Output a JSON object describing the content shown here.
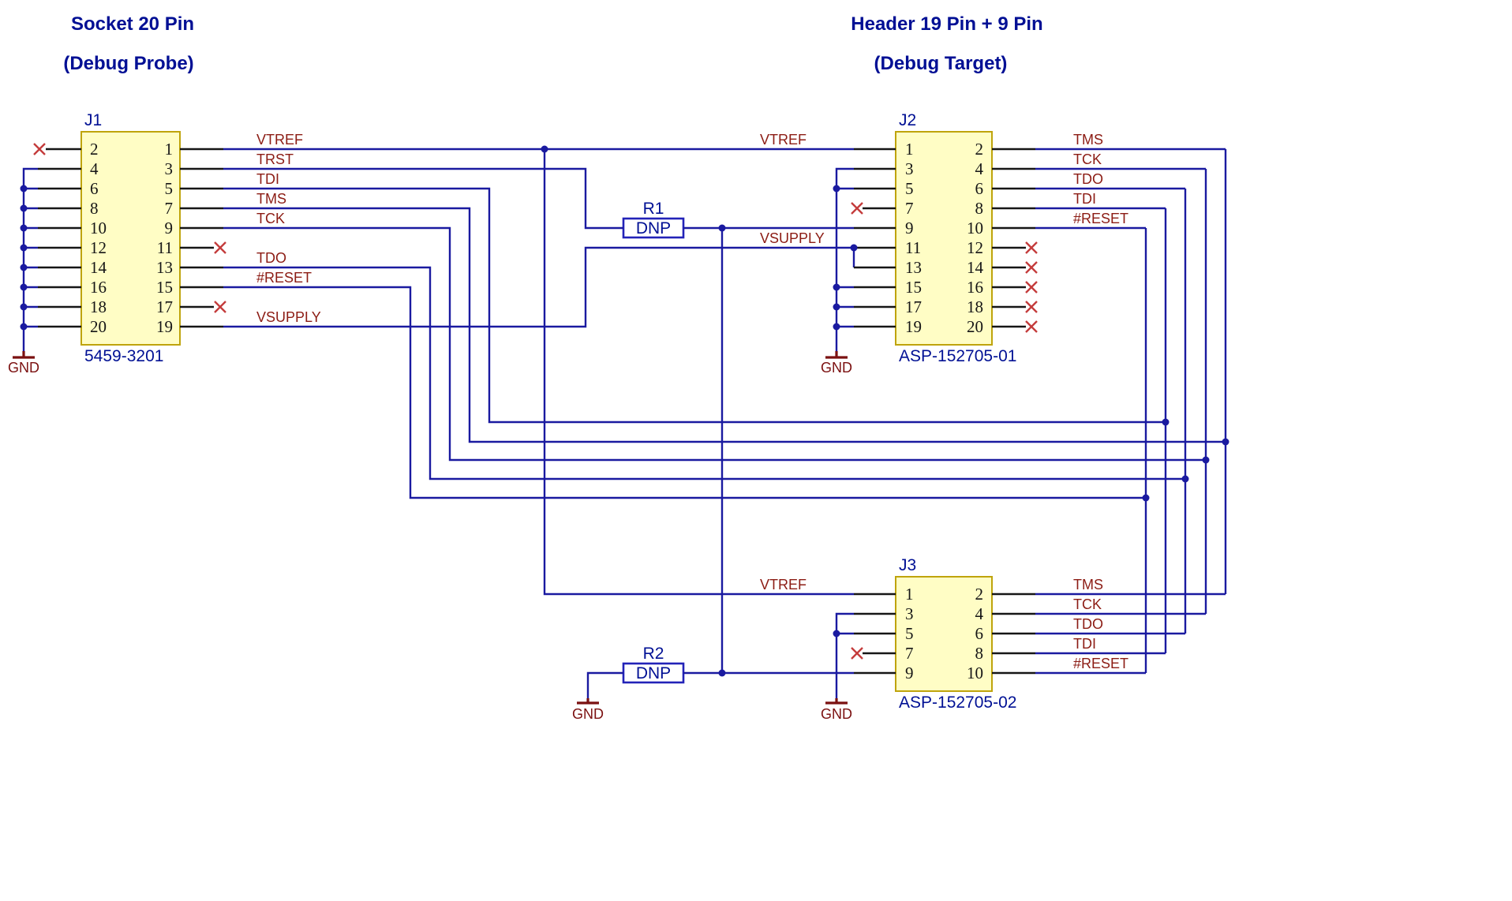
{
  "titles": {
    "left_line1": "Socket 20 Pin",
    "left_line2": "(Debug Probe)",
    "right_line1": "Header 19 Pin + 9 Pin",
    "right_line2": "(Debug Target)"
  },
  "net_labels": {
    "vtref": "VTREF",
    "trst": "TRST",
    "tdi": "TDI",
    "tms": "TMS",
    "tck": "TCK",
    "tdo": "TDO",
    "reset": "#RESET",
    "vsupply": "VSUPPLY",
    "gnd": "GND"
  },
  "components": {
    "j1": {
      "ref": "J1",
      "part": "5459-3201",
      "pins_left": [
        "2",
        "4",
        "6",
        "8",
        "10",
        "12",
        "14",
        "16",
        "18",
        "20"
      ],
      "pins_right": [
        "1",
        "3",
        "5",
        "7",
        "9",
        "11",
        "13",
        "15",
        "17",
        "19"
      ]
    },
    "j2": {
      "ref": "J2",
      "part": "ASP-152705-01",
      "pins_left": [
        "1",
        "3",
        "5",
        "7",
        "9",
        "11",
        "13",
        "15",
        "17",
        "19"
      ],
      "pins_right": [
        "2",
        "4",
        "6",
        "8",
        "10",
        "12",
        "14",
        "16",
        "18",
        "20"
      ]
    },
    "j3": {
      "ref": "J3",
      "part": "ASP-152705-02",
      "pins_left": [
        "1",
        "3",
        "5",
        "7",
        "9"
      ],
      "pins_right": [
        "2",
        "4",
        "6",
        "8",
        "10"
      ]
    },
    "r1": {
      "ref": "R1",
      "value": "DNP"
    },
    "r2": {
      "ref": "R2",
      "value": "DNP"
    }
  },
  "colors": {
    "wire": "#1a1aa0",
    "net_label": "#8c1c14",
    "reference": "#001094",
    "title": "#000f94",
    "no_connect": "#c43c3c",
    "gnd": "#7b1010",
    "component_fill": "#fffdc5",
    "component_border": "#bfa40c"
  }
}
